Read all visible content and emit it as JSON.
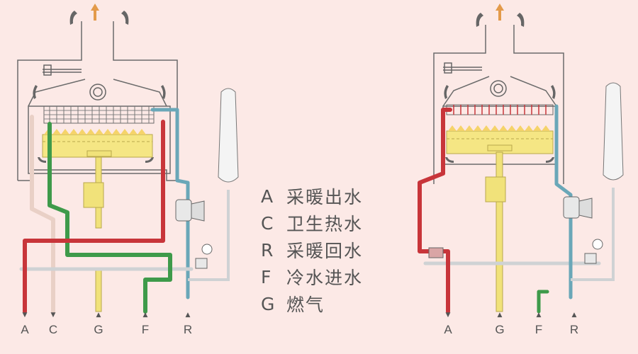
{
  "legend": [
    {
      "code": "A",
      "desc": "采暖出水"
    },
    {
      "code": "C",
      "desc": "卫生热水"
    },
    {
      "code": "R",
      "desc": "采暖回水"
    },
    {
      "code": "F",
      "desc": "冷水进水"
    },
    {
      "code": "G",
      "desc": "燃气"
    }
  ],
  "left_ports": [
    "A",
    "C",
    "G",
    "F",
    "R"
  ],
  "right_ports": [
    "A",
    "G",
    "F",
    "R"
  ],
  "colors": {
    "background": "#fce9e6",
    "heating_supply": "#c8353a",
    "domestic_hot": "#e9d0c6",
    "heating_return": "#6aa7b8",
    "cold_in": "#3e9a4a",
    "gas": "#f1e27a",
    "outline": "#6b6b6b",
    "pipe_grey": "#cfd2d4"
  }
}
